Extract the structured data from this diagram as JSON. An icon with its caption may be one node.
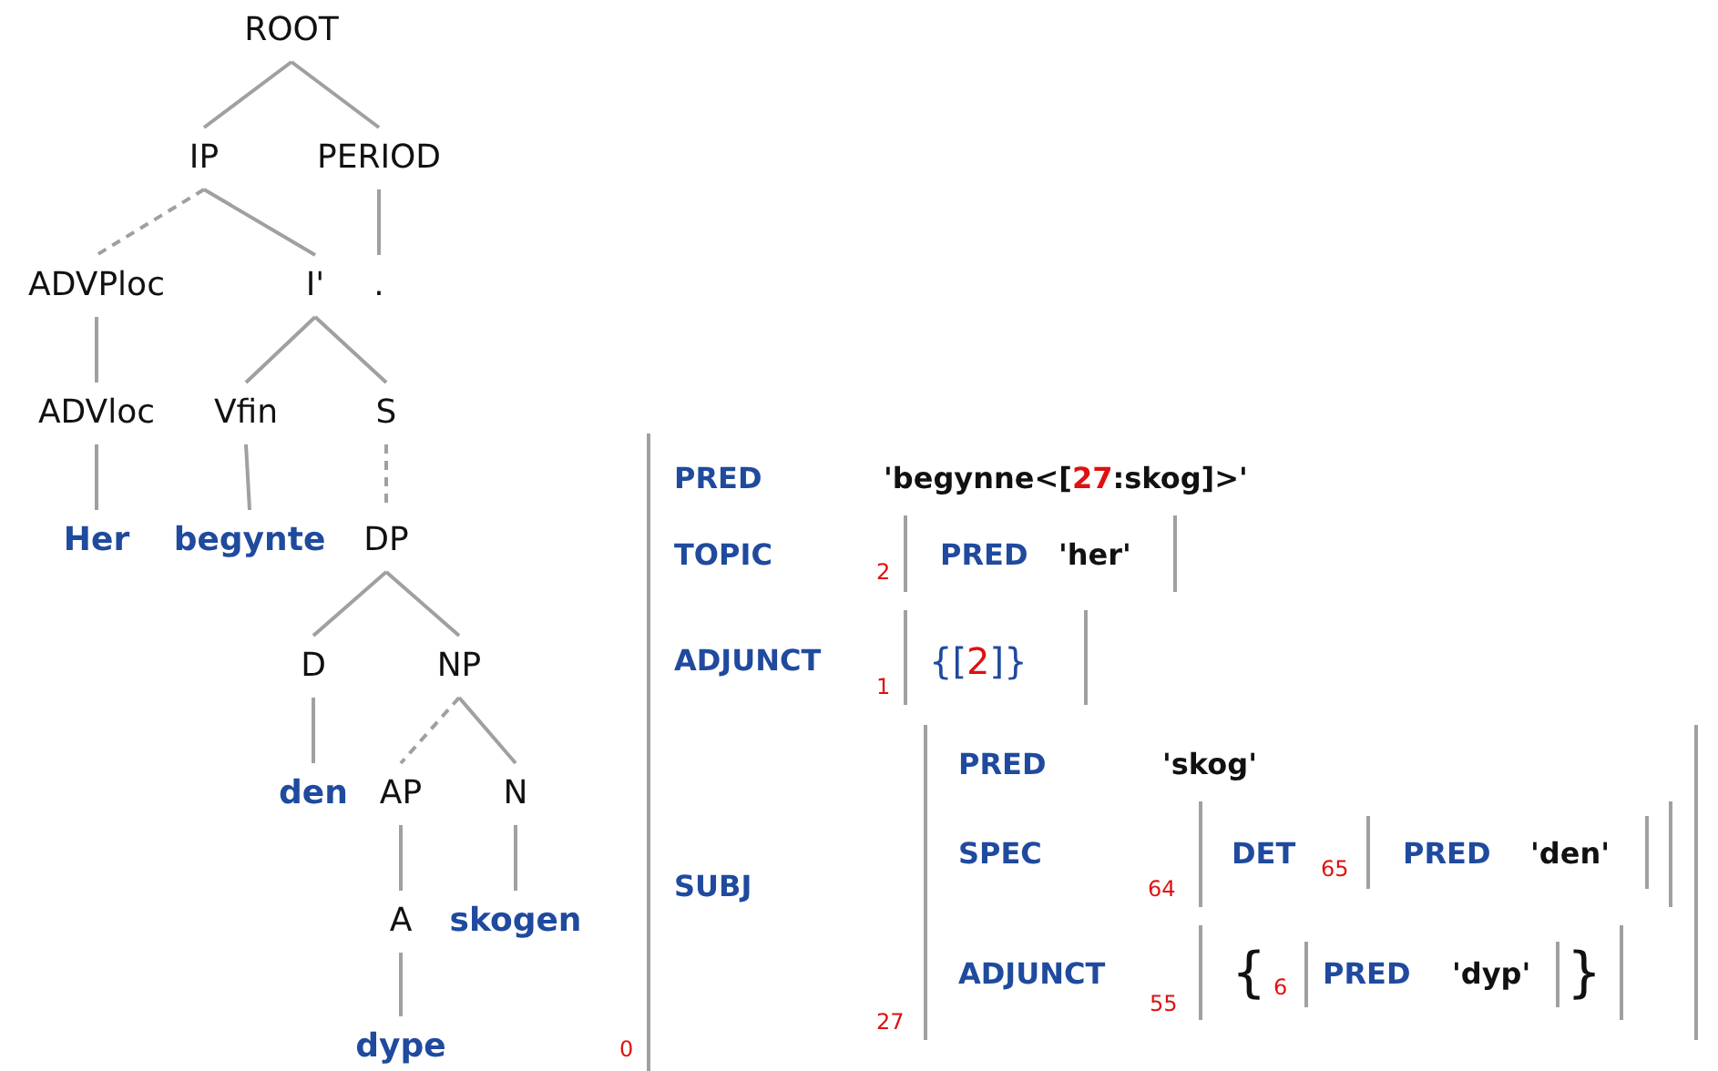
{
  "diagram": {
    "nodes": [
      {
        "text": [
          "ROOT"
        ]
      },
      {
        "text": [
          "IP"
        ]
      },
      {
        "text": [
          "PERIOD"
        ]
      },
      {
        "text": [
          "ADVPloc"
        ]
      },
      {
        "text": [
          "I'"
        ]
      },
      {
        "text": [
          "."
        ]
      },
      {
        "text": [
          "ADVloc"
        ]
      },
      {
        "text": [
          "Vfin"
        ]
      },
      {
        "text": [
          "S"
        ]
      },
      {
        "text": [
          "Her"
        ]
      },
      {
        "text": [
          "begynte"
        ]
      },
      {
        "text": [
          "DP"
        ]
      },
      {
        "text": [
          "D"
        ]
      },
      {
        "text": [
          "NP"
        ]
      },
      {
        "text": [
          "den"
        ]
      },
      {
        "text": [
          "AP"
        ]
      },
      {
        "text": [
          "N"
        ]
      },
      {
        "text": [
          "A"
        ]
      },
      {
        "text": [
          "skogen"
        ]
      },
      {
        "text": [
          "dype"
        ]
      }
    ],
    "edges": [
      {
        "from": 0,
        "to": 1,
        "arrow": "none"
      },
      {
        "from": 0,
        "to": 2,
        "arrow": "none"
      },
      {
        "from": 1,
        "to": 3,
        "arrow": "none",
        "style": "dashed"
      },
      {
        "from": 1,
        "to": 4,
        "arrow": "none"
      },
      {
        "from": 2,
        "to": 5,
        "arrow": "none"
      },
      {
        "from": 3,
        "to": 6,
        "arrow": "none"
      },
      {
        "from": 4,
        "to": 7,
        "arrow": "none"
      },
      {
        "from": 4,
        "to": 8,
        "arrow": "none"
      },
      {
        "from": 6,
        "to": 9,
        "arrow": "none"
      },
      {
        "from": 7,
        "to": 10,
        "arrow": "none"
      },
      {
        "from": 8,
        "to": 11,
        "arrow": "none",
        "style": "dashed"
      },
      {
        "from": 11,
        "to": 12,
        "arrow": "none"
      },
      {
        "from": 11,
        "to": 13,
        "arrow": "none"
      },
      {
        "from": 12,
        "to": 14,
        "arrow": "none"
      },
      {
        "from": 13,
        "to": 15,
        "arrow": "none",
        "style": "dashed"
      },
      {
        "from": 13,
        "to": 16,
        "arrow": "none"
      },
      {
        "from": 15,
        "to": 17,
        "arrow": "none"
      },
      {
        "from": 16,
        "to": 18,
        "arrow": "none"
      },
      {
        "from": 17,
        "to": 19,
        "arrow": "none"
      }
    ],
    "labels": [
      "PRED",
      "'begynne<[**27**:skog]>'",
      "TOPIC",
      "2",
      "PRED",
      "'her'",
      "ADJUNCT",
      "1",
      "{[*2*]}",
      "PRED",
      "'skog'",
      "SPEC",
      "64",
      "DET",
      "65",
      "PRED",
      "'den'",
      "SUBJ",
      "ADJUNCT",
      "55",
      "{",
      "6",
      "PRED",
      "'dyp'",
      "}",
      "27",
      "0"
    ]
  }
}
